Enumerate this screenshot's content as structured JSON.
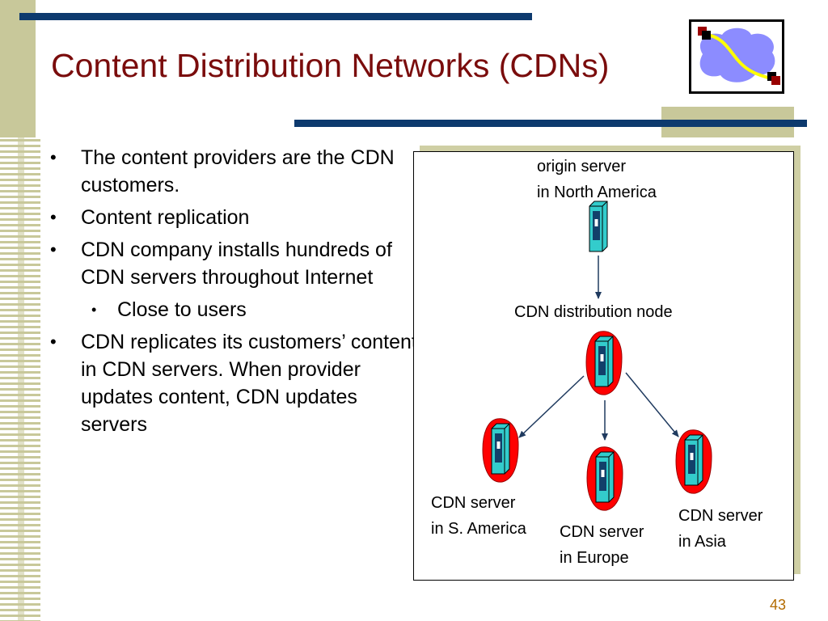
{
  "slide": {
    "title": "Content Distribution Networks (CDNs)",
    "page_number": "43"
  },
  "bullets": [
    {
      "text": "The content providers are the CDN customers.",
      "level": 1
    },
    {
      "text": "Content replication",
      "level": 1
    },
    {
      "text": "CDN company installs hundreds of CDN servers throughout Internet",
      "level": 1
    },
    {
      "text": "Close to users",
      "level": 2
    },
    {
      "text": "CDN replicates its customers’ content in CDN servers. When provider updates content, CDN updates servers",
      "level": 1
    }
  ],
  "diagram": {
    "origin": {
      "line1": "origin server",
      "line2": "in North America"
    },
    "distribution": {
      "label": "CDN distribution node"
    },
    "server_sa": {
      "line1": "CDN server",
      "line2": "in S. America"
    },
    "server_eu": {
      "line1": "CDN server",
      "line2": "in Europe"
    },
    "server_asia": {
      "line1": "CDN server",
      "line2": "in Asia"
    }
  },
  "colors": {
    "title": "#7a0c0c",
    "server_body": "#33cccc",
    "server_halo": "#ff0000",
    "arrow": "#1f3a5f",
    "accent_bar": "#0d3a6e",
    "tan": "#c8c89a"
  }
}
